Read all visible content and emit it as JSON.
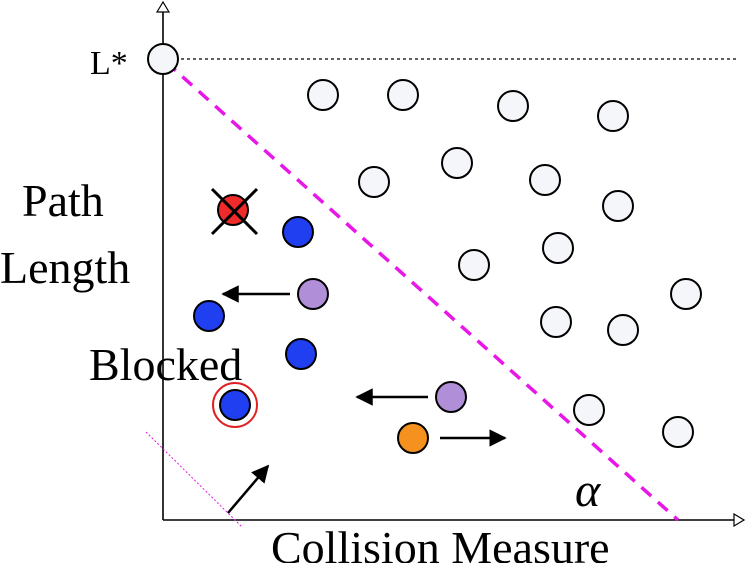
{
  "labels": {
    "l_star": "L*",
    "y_axis_line1": "Path",
    "y_axis_line2": "Length",
    "x_axis": "Collision Measure",
    "blocked": "Blocked",
    "alpha": "α"
  },
  "colors": {
    "axis": "#000000",
    "boundary": "#e817e8",
    "feasible_fill": "#f5f6fa",
    "blocked_fill": "#1f3ff0",
    "moving_fill": "#b08fd8",
    "new_fill": "#f5911e",
    "infeasible_fill": "#ee2a2a",
    "highlight_ring": "#e02020"
  }
}
